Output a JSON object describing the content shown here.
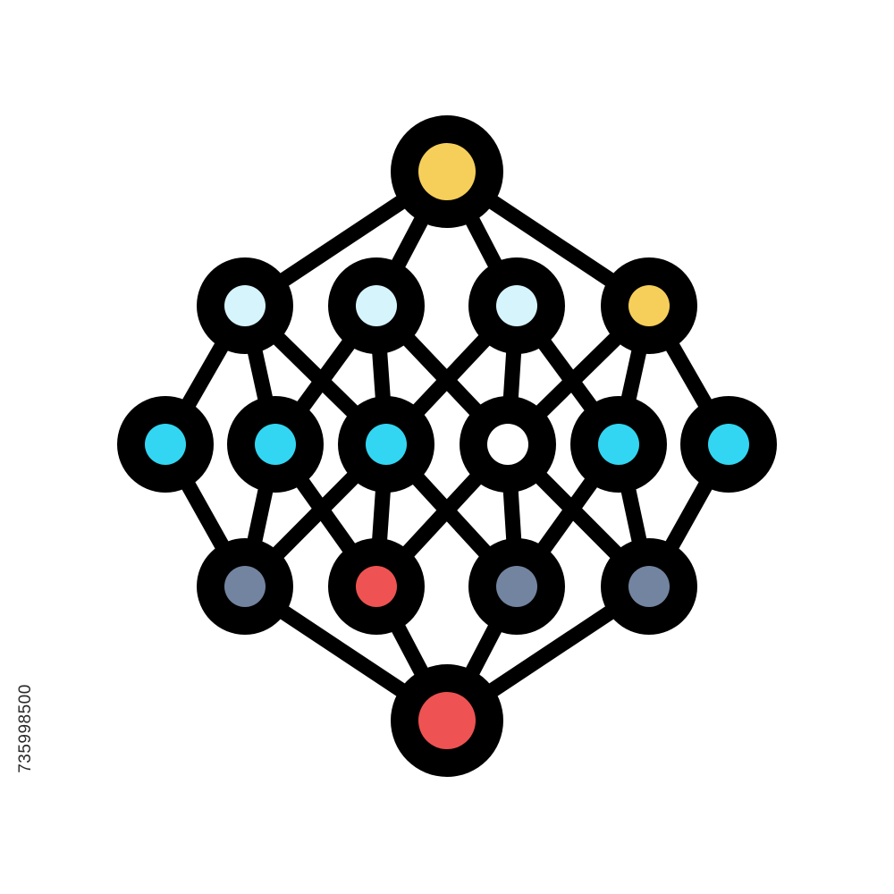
{
  "icon": {
    "name": "neural-network-icon",
    "colors": {
      "outline": "#000000",
      "yellow": "#F6CF5A",
      "light_blue": "#D6F4FB",
      "cyan": "#32D6F2",
      "white": "#FFFFFF",
      "slate": "#7384A0",
      "red": "#EF5252"
    },
    "layers": [
      {
        "name": "top",
        "nodes": [
          "yellow"
        ]
      },
      {
        "name": "upper",
        "nodes": [
          "light_blue",
          "light_blue",
          "light_blue",
          "yellow"
        ]
      },
      {
        "name": "middle",
        "nodes": [
          "cyan",
          "cyan",
          "cyan",
          "white",
          "cyan",
          "cyan"
        ]
      },
      {
        "name": "lower",
        "nodes": [
          "slate",
          "red",
          "slate",
          "slate"
        ]
      },
      {
        "name": "bottom",
        "nodes": [
          "red"
        ]
      }
    ]
  },
  "stock_id": "735998500"
}
